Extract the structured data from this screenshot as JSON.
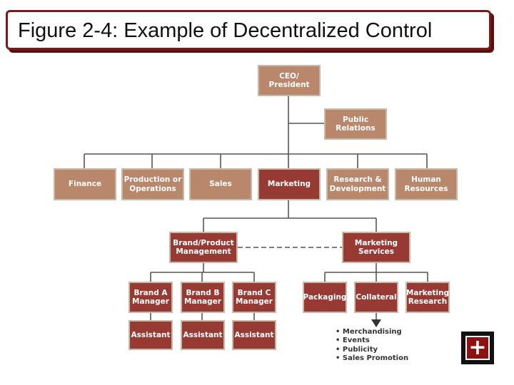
{
  "title": "Figure 2-4: Example of Decentralized Control",
  "colors": {
    "title_border": "#7a1c1c",
    "box_tan": "#b9876b",
    "box_dark": "#973a34",
    "line": "#555555"
  },
  "nodes": {
    "ceo": "CEO/\nPresident",
    "public_relations": "Public\nRelations",
    "finance": "Finance",
    "production": "Production or\nOperations",
    "sales": "Sales",
    "marketing": "Marketing",
    "research": "Research &\nDevelopment",
    "hr": "Human\nResources",
    "brand_mgmt": "Brand/Product\nManagement",
    "marketing_services": "Marketing\nServices",
    "brand_a": "Brand A\nManager",
    "brand_b": "Brand B\nManager",
    "brand_c": "Brand C\nManager",
    "packaging": "Packaging",
    "collateral": "Collateral",
    "marketing_research": "Marketing\nResearch",
    "assistant_a": "Assistant",
    "assistant_b": "Assistant",
    "assistant_c": "Assistant"
  },
  "collateral_items": [
    "Merchandising",
    "Events",
    "Publicity",
    "Sales Promotion"
  ],
  "nav": {
    "plus_icon": "plus-icon",
    "plus_label": "+"
  }
}
